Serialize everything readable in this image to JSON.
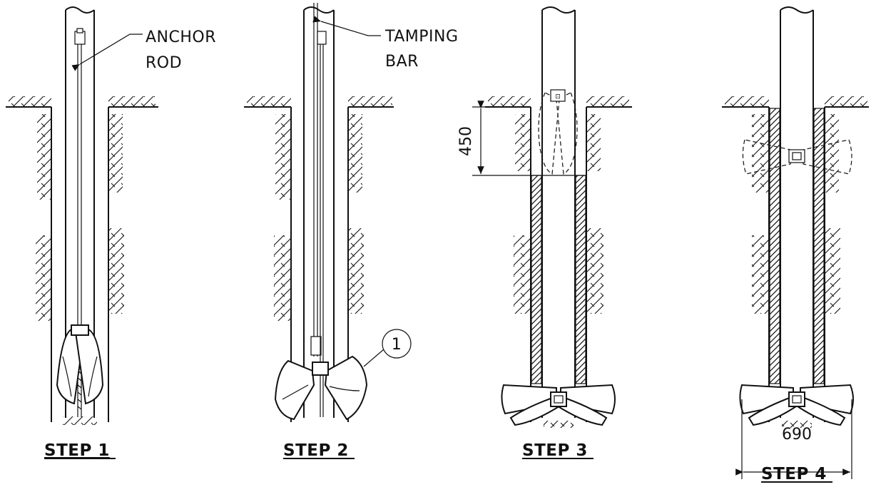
{
  "step1": {
    "caption": "STEP 1",
    "callout_line1": "ANCHOR",
    "callout_line2": "ROD"
  },
  "step2": {
    "caption": "STEP 2",
    "callout_line1": "TAMPING",
    "callout_line2": "BAR",
    "item_number": "1"
  },
  "step3": {
    "caption": "STEP 3",
    "dimension": "450"
  },
  "step4": {
    "caption": "STEP 4",
    "dimension": "690"
  }
}
